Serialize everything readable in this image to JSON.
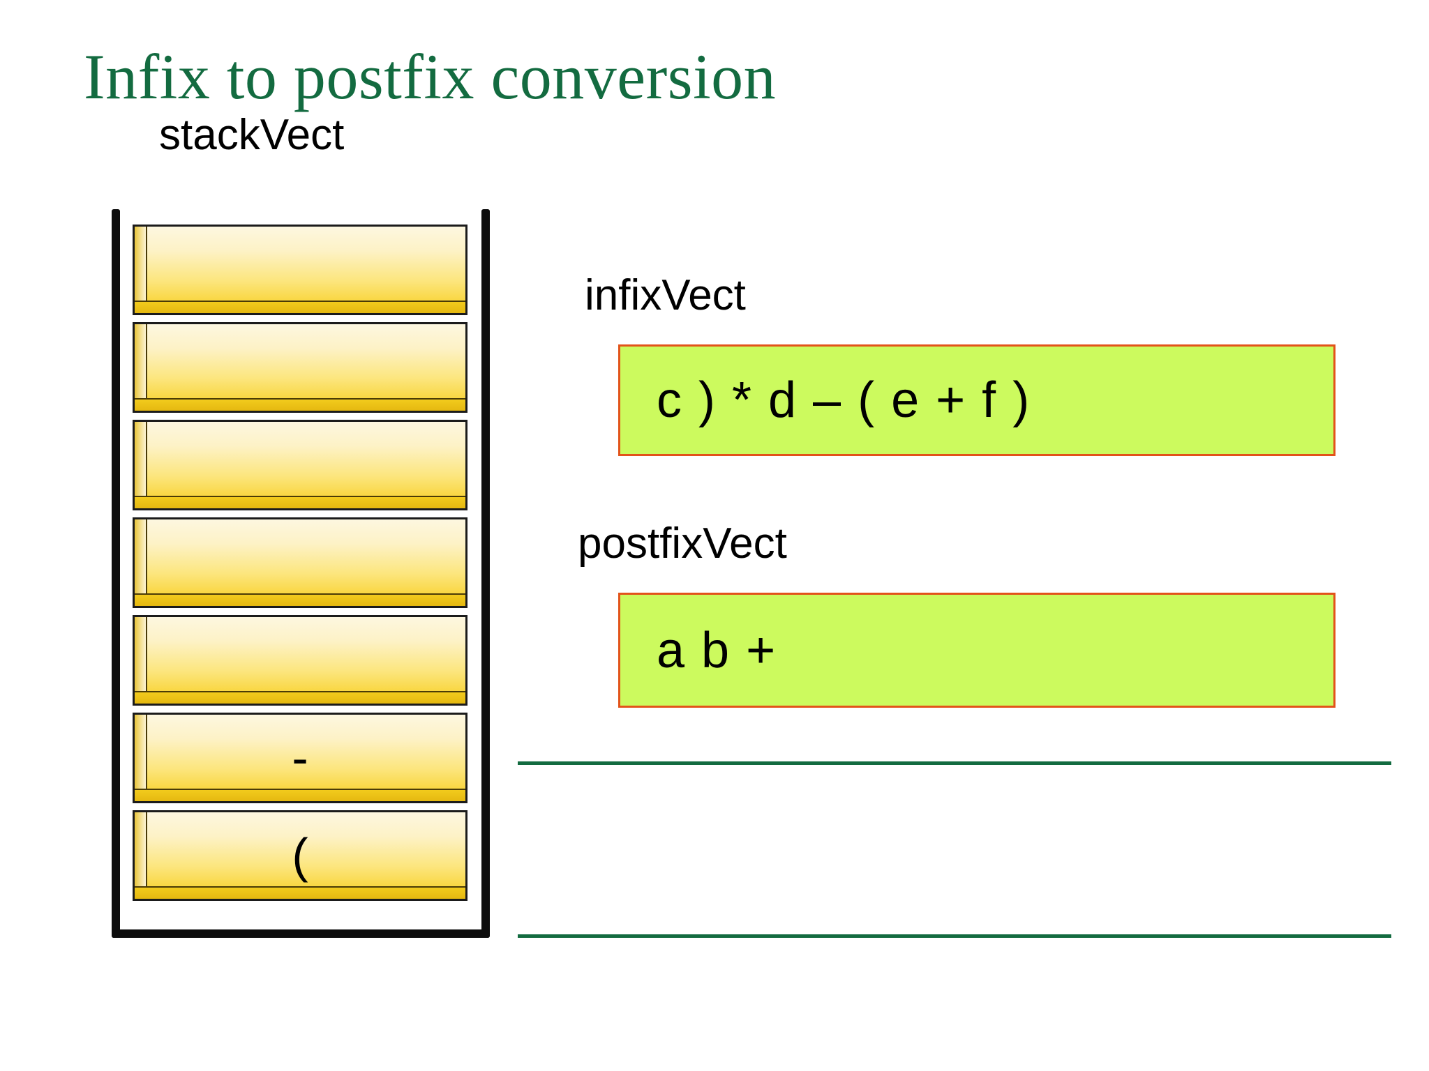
{
  "slide": {
    "title": "Infix to postfix conversion",
    "title_color": "#136b40",
    "background_color": "#ffffff"
  },
  "stack": {
    "label": "stackVect",
    "cell_fill_top": "#fdf7e0",
    "cell_fill_bottom": "#e8bc18",
    "outline_color": "#0d0d0d",
    "cells": [
      {
        "index": 1,
        "value": ""
      },
      {
        "index": 2,
        "value": ""
      },
      {
        "index": 3,
        "value": ""
      },
      {
        "index": 4,
        "value": ""
      },
      {
        "index": 5,
        "value": ""
      },
      {
        "index": 6,
        "value": "-"
      },
      {
        "index": 7,
        "value": "("
      }
    ]
  },
  "vectors": {
    "infix": {
      "label": "infixVect",
      "expression": "c ) * d – ( e + f )",
      "fill_color": "#ccfa5e",
      "border_color": "#e2531a"
    },
    "postfix": {
      "label": "postfixVect",
      "expression": "a b +",
      "fill_color": "#ccfa5e",
      "border_color": "#e2531a"
    }
  },
  "rules": {
    "color": "#136b40",
    "count": 2
  }
}
